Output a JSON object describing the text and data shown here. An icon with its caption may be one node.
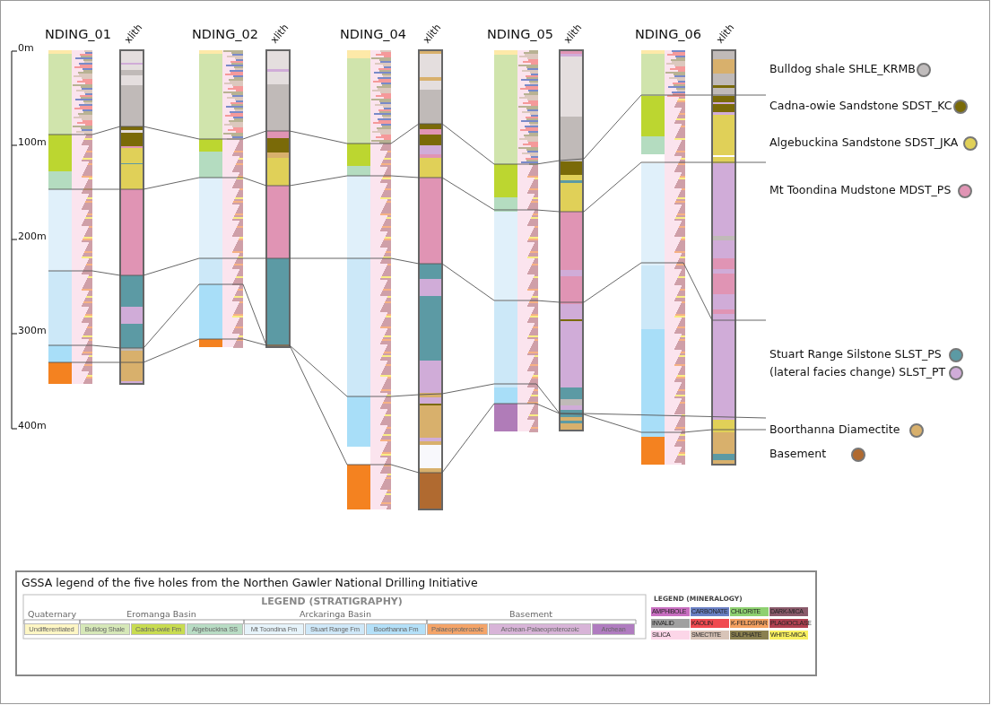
{
  "diagram": {
    "labels": [
      "NDING_01",
      "NDING_02",
      "NDING_04",
      "NDING_05",
      "NDING_06",
      "xlith",
      "xlith",
      "xlith",
      "xlith",
      "xlith",
      "0m",
      "100m",
      "200m",
      "300m",
      "400m",
      "GSSA legend of the five holes from the Northen Gawler National Drilling Initiative",
      "LEGEND (STRATIGRAPHY)",
      "Quaternary",
      "Eromanga Basin",
      "Arckaringa Basin",
      "Basement",
      "LEGEND (MINERALOGY)"
    ],
    "legend": [
      {
        "text": "Bulldog shale SHLE_KRMB",
        "color": "#c0bcbc"
      },
      {
        "text": "Cadna-owie Sandstone SDST_KC",
        "color": "#7a6a08"
      },
      {
        "text": "Algebuckina Sandstone SDST_JKA",
        "color": "#e0d058"
      },
      {
        "text": "Mt Toondina Mudstone MDST_PS",
        "color": "#e094b4"
      },
      {
        "text": "Stuart Range Silstone SLST_PS",
        "color": "#5c9aa4"
      },
      {
        "text": "(lateral facies change) SLST_PT",
        "color": "#d0acd8"
      },
      {
        "text": "Boorthanna Diamectite",
        "color": "#d8b06c"
      },
      {
        "text": "Basement",
        "color": "#b06a30"
      },
      {
        "text": "Undifferentiated",
        "color": "#fdf6c4"
      },
      {
        "text": "Bulldog Shale",
        "color": "#d6e8b8"
      },
      {
        "text": "Cadna-owie Fm",
        "color": "#c8dc50"
      },
      {
        "text": "Algebuckina SS",
        "color": "#b8dcc4"
      },
      {
        "text": "Mt Toondina Fm",
        "color": "#e6f3fa"
      },
      {
        "text": "Stuart Range Fm",
        "color": "#cfe8f8"
      },
      {
        "text": "Boorthanna Fm",
        "color": "#b4e0f8"
      },
      {
        "text": "Palaeoproterozoic",
        "color": "#f4a468"
      },
      {
        "text": "Archean-Palaeoproterozoic",
        "color": "#d8b4d8"
      },
      {
        "text": "Archean",
        "color": "#b07cc0"
      },
      {
        "text": "AMPHIBOLE",
        "color": "#c86ec0"
      },
      {
        "text": "CARBONATE",
        "color": "#6a80c4"
      },
      {
        "text": "CHLORITE",
        "color": "#8ed070"
      },
      {
        "text": "DARK-MICA",
        "color": "#8a5a6a"
      },
      {
        "text": "INVALID",
        "color": "#a0a0a0"
      },
      {
        "text": "KAOLIN",
        "color": "#f04a50"
      },
      {
        "text": "K-FELDSPAR",
        "color": "#f4a060"
      },
      {
        "text": "PLAGIOCLASE",
        "color": "#b04050"
      },
      {
        "text": "SILICA",
        "color": "#fcd6e8"
      },
      {
        "text": "SMECTITE",
        "color": "#d8c4b8"
      },
      {
        "text": "SULPHATE",
        "color": "#8a8050"
      },
      {
        "text": "WHITE-MICA",
        "color": "#f8f060"
      }
    ]
  }
}
